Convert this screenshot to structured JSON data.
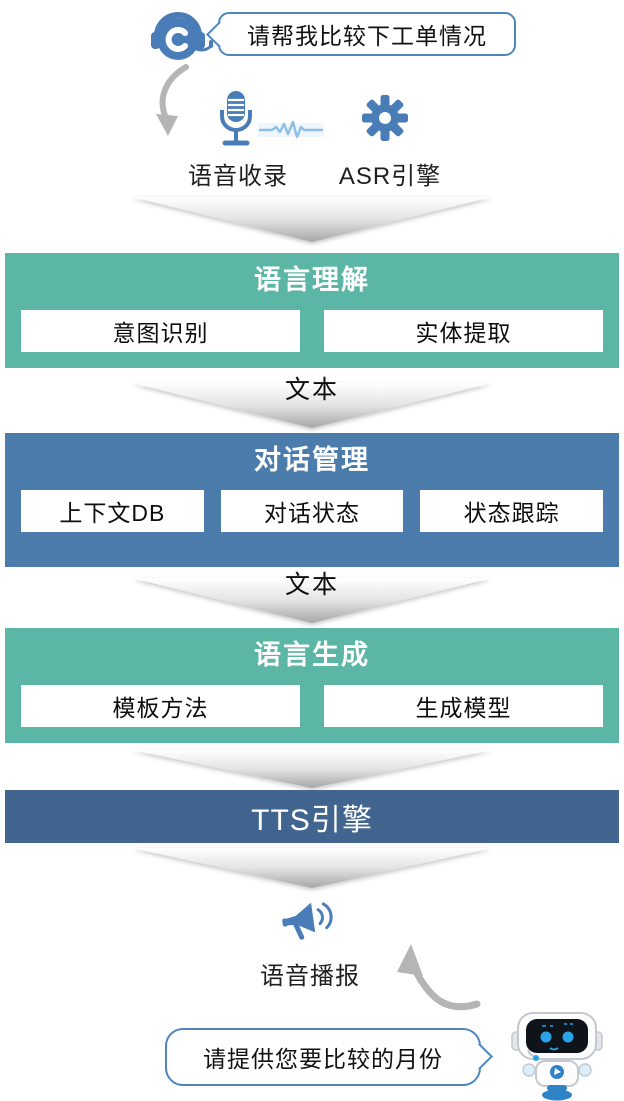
{
  "conversation": {
    "user_bubble": "请帮我比较下工单情况",
    "bot_bubble": "请提供您要比较的月份"
  },
  "input_stage": {
    "record_label": "语音收录",
    "asr_label": "ASR引擎"
  },
  "pipeline": {
    "blocks": [
      {
        "title": "语言理解",
        "items": [
          "意图识别",
          "实体提取"
        ]
      },
      {
        "title": "对话管理",
        "items": [
          "上下文DB",
          "对话状态",
          "状态跟踪"
        ]
      },
      {
        "title": "语言生成",
        "items": [
          "模板方法",
          "生成模型"
        ]
      }
    ],
    "connector_labels": {
      "first": "文本",
      "second": "文本"
    },
    "tts_label": "TTS引擎"
  },
  "output_stage": {
    "broadcast_label": "语音播报"
  },
  "colors": {
    "teal": "#5cb6a6",
    "steel_blue": "#4b7cac",
    "navy": "#41658e",
    "icon_blue": "#4a7db8",
    "wave_blue": "#8cc0e6",
    "bubble_border": "#4f85bd",
    "arrow_gray": "#b5b5b5"
  }
}
